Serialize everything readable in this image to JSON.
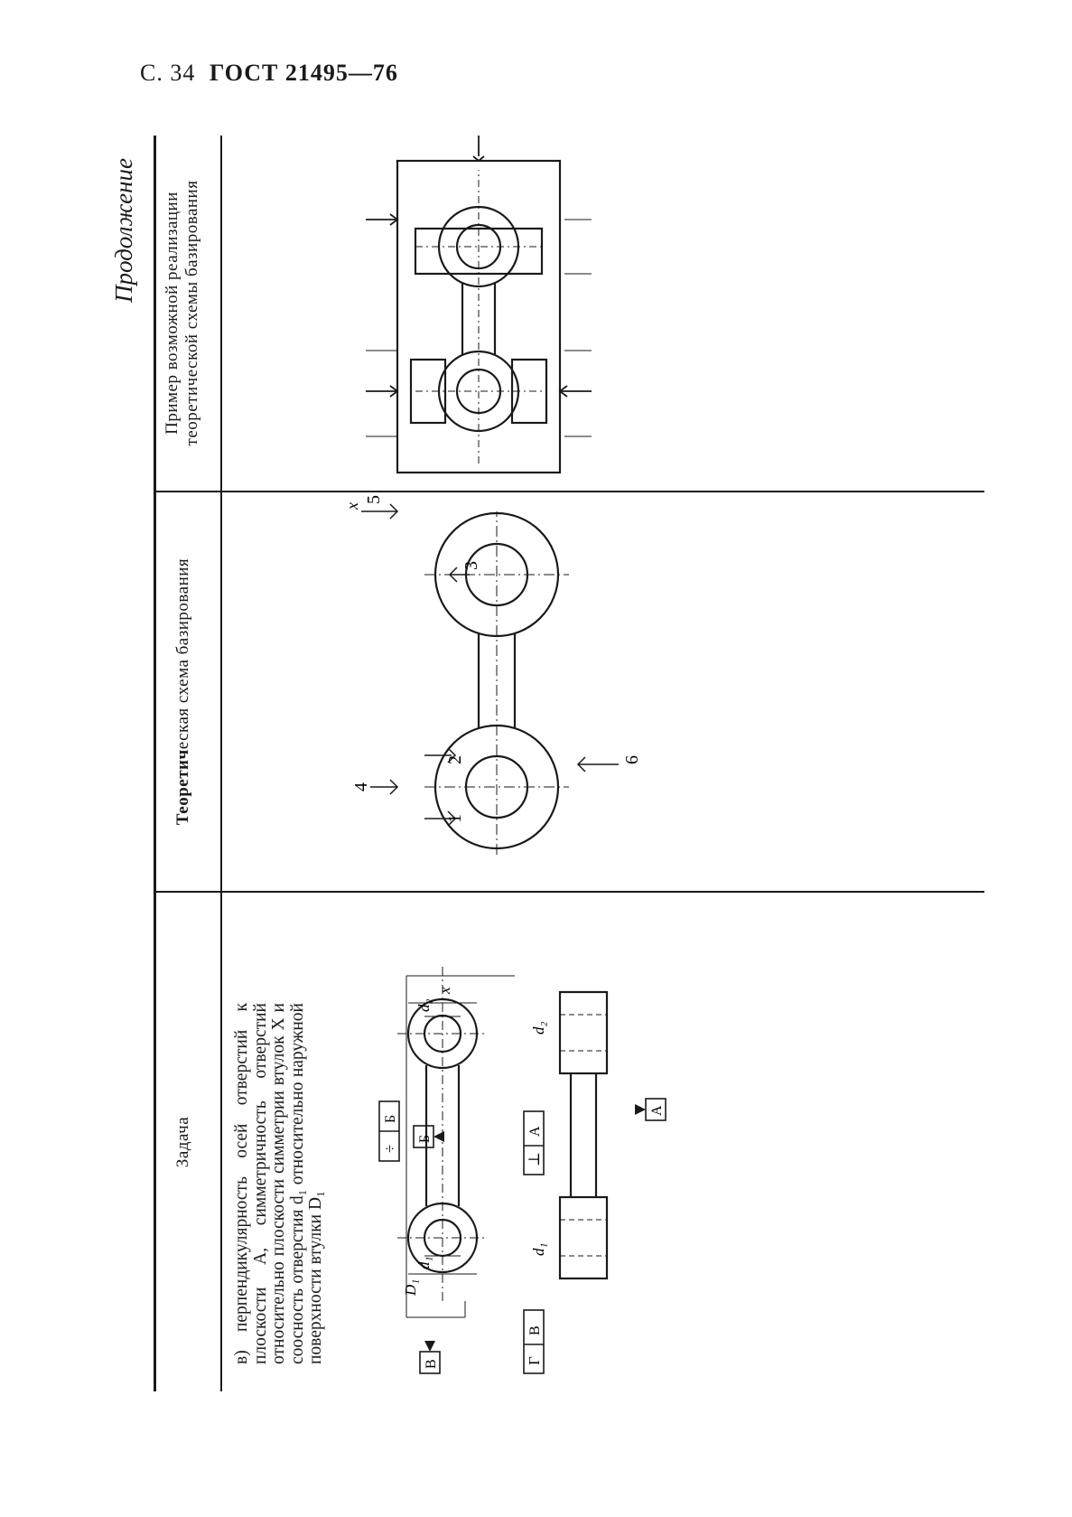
{
  "header": {
    "page": "С. 34",
    "standard": "ГОСТ 21495—76"
  },
  "continuation": "Продолжение",
  "columns": {
    "task": "Задача",
    "scheme_bold": "Теоретич",
    "scheme_rest": "еская схема базирования",
    "example_line1": "Пример возможной реализации",
    "example_line2": "теоретической схемы базирования"
  },
  "task": {
    "text": "в) перпендикулярность осей отверстий к плоскости А, симметричность отверстий относительно плоскости симметрии втулок X и соосность отверстия d₁ относительно наружной поверхности втулки D₁"
  },
  "task_drawing": {
    "frames": {
      "sym": [
        "÷",
        "Б"
      ],
      "perp": [
        "⊥",
        "А"
      ],
      "coax": [
        "Г",
        "В"
      ]
    },
    "datum_letters": [
      "В",
      "Б",
      "А"
    ],
    "dims": {
      "D1": "D₁",
      "d1": "d₁",
      "d2": "d₂",
      "x": "x"
    }
  },
  "scheme": {
    "points": [
      "1",
      "2",
      "3",
      "4",
      "5",
      "6"
    ],
    "axis": "x"
  }
}
